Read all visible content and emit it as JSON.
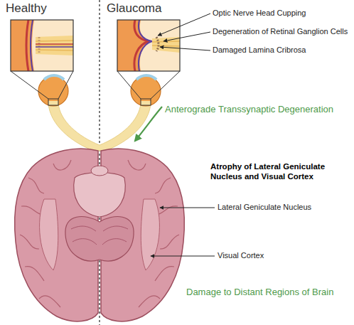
{
  "diagram": {
    "labels": [
      "Healthy",
      "Glaucoma",
      "Optic Nerve Head Cupping",
      "Degeneration of Retinal Ganglion Cells",
      "Damaged Lamina Cribrosa",
      "Anterograde Transsynaptic Degeneration",
      "Atrophy of Lateral Geniculate Nucleus and Visual Cortex",
      "Lateral Geniculate Nucleus",
      "Visual Cortex",
      "Damage to Distant Regions of Brain"
    ]
  }
}
